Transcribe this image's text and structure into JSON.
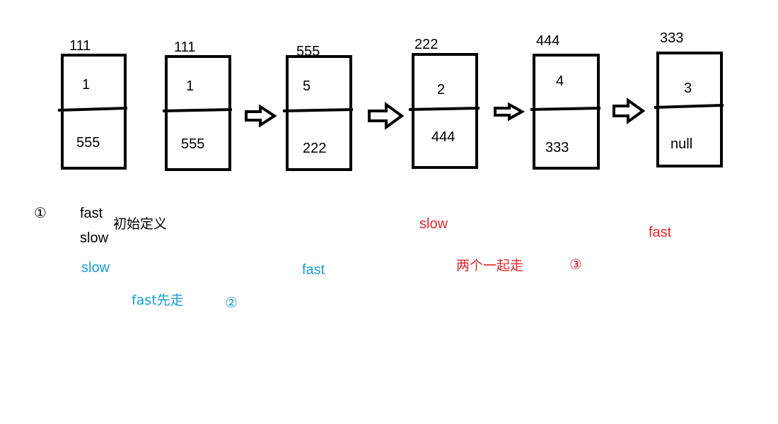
{
  "nodes": [
    {
      "address": "111",
      "value": "1",
      "next": "555"
    },
    {
      "address": "111",
      "value": "1",
      "next": "555"
    },
    {
      "address": "555",
      "value": "5",
      "next": "222"
    },
    {
      "address": "222",
      "value": "2",
      "next": "444"
    },
    {
      "address": "444",
      "value": "4",
      "next": "333"
    },
    {
      "address": "333",
      "value": "3",
      "next": "null"
    }
  ],
  "annotations": {
    "step1_marker": "①",
    "step1_fast": "fast",
    "step1_slow": "slow",
    "step1_caption": "初始定义",
    "step2_slow": "slow",
    "step2_fast": "fast",
    "step2_caption": "fast先走",
    "step2_marker": "②",
    "step3_slow": "slow",
    "step3_fast": "fast",
    "step3_caption": "两个一起走",
    "step3_marker": "③"
  },
  "colors": {
    "stroke": "#000000",
    "step1": "#000000",
    "step2": "#1a9ad6",
    "step3": "#e0262d"
  }
}
